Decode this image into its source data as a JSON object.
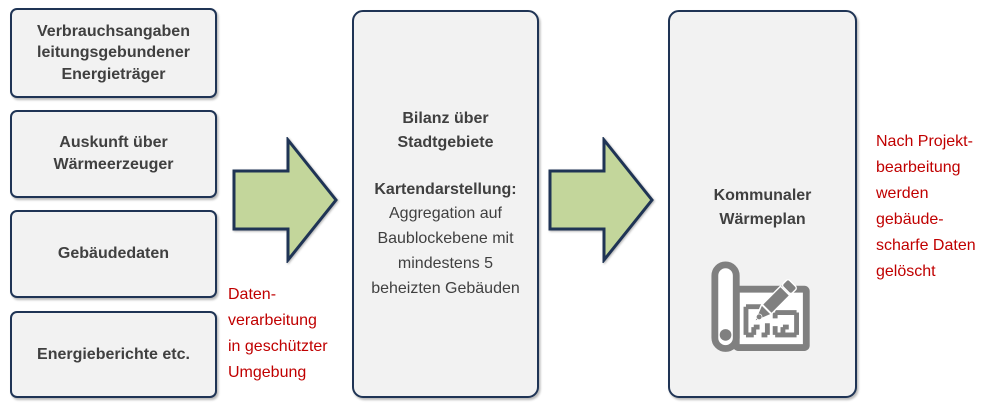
{
  "colors": {
    "box_fill": "#f2f2f2",
    "box_border": "#1f3455",
    "arrow_fill": "#c3d69b",
    "body_text": "#404040",
    "note_text": "#c00000",
    "icon_gray": "#808080"
  },
  "inputs": {
    "items": [
      "Verbrauchsangaben leitungsgebundener Energieträger",
      "Auskunft über Wärmeerzeuger",
      "Gebäudedaten",
      "Energieberichte etc."
    ]
  },
  "flow": {
    "processing_note": "Daten-\nverarbeitung\nin geschützter\nUmgebung",
    "deletion_note": "Nach Projekt-\nbearbeitung\nwerden\ngebäude-\nscharfe Daten\ngelöscht"
  },
  "balance_panel": {
    "title": "Bilanz über\nStadtgebiete",
    "map_heading": "Kartendarstellung:",
    "map_text": "Aggregation auf Baublockebene mit mindestens 5 beheizten Gebäuden"
  },
  "result_panel": {
    "title": "Kommunaler\nWärmeplan",
    "icon": "blueprint-pencil-icon"
  }
}
